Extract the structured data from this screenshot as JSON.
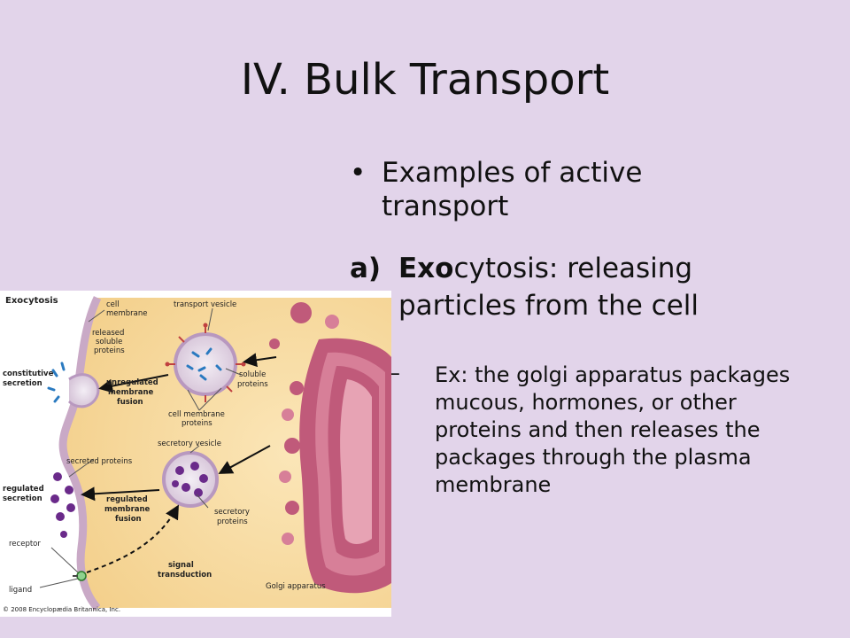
{
  "slide": {
    "title": "IV. Bulk Transport",
    "bullet": {
      "symbol": "•",
      "text": "Examples of active transport"
    },
    "item_a": {
      "marker": "a)",
      "bold_part": "Exo",
      "rest": "cytosis: releasing particles from the cell"
    },
    "example": {
      "marker": "–",
      "text": "Ex: the golgi apparatus packages mucous, hormones, or other proteins and then releases the packages through the plasma membrane"
    }
  },
  "figure": {
    "heading": "Exocytosis",
    "labels": {
      "cell_membrane_1": "cell",
      "cell_membrane_2": "membrane",
      "transport_vesicle": "transport vesicle",
      "released_1": "released",
      "released_2": "soluble",
      "released_3": "proteins",
      "constitutive_1": "constitutive",
      "constitutive_2": "secretion",
      "unregulated_1": "unregulated",
      "unregulated_2": "membrane",
      "unregulated_3": "fusion",
      "soluble_1": "soluble",
      "soluble_2": "proteins",
      "cell_membrane_proteins_1": "cell membrane",
      "cell_membrane_proteins_2": "proteins",
      "secretory_vesicle": "secretory vesicle",
      "secreted_proteins": "secreted proteins",
      "regulated_secretion_1": "regulated",
      "regulated_secretion_2": "secretion",
      "regulated_fusion_1": "regulated",
      "regulated_fusion_2": "membrane",
      "regulated_fusion_3": "fusion",
      "secretory_proteins_1": "secretory",
      "secretory_proteins_2": "proteins",
      "receptor": "receptor",
      "signal_1": "signal",
      "signal_2": "transduction",
      "ligand": "ligand",
      "golgi": "Golgi apparatus",
      "copyright": "© 2008 Encyclopædia Britannica, Inc."
    }
  },
  "colors": {
    "background": "#e2d4ea",
    "cytoplasm": "#f7dca0",
    "membrane": "#c9a9c6",
    "golgi": "#c05a7a",
    "vesicle_protein": "#6a2a8a",
    "soluble_protein": "#2a7ac0"
  }
}
